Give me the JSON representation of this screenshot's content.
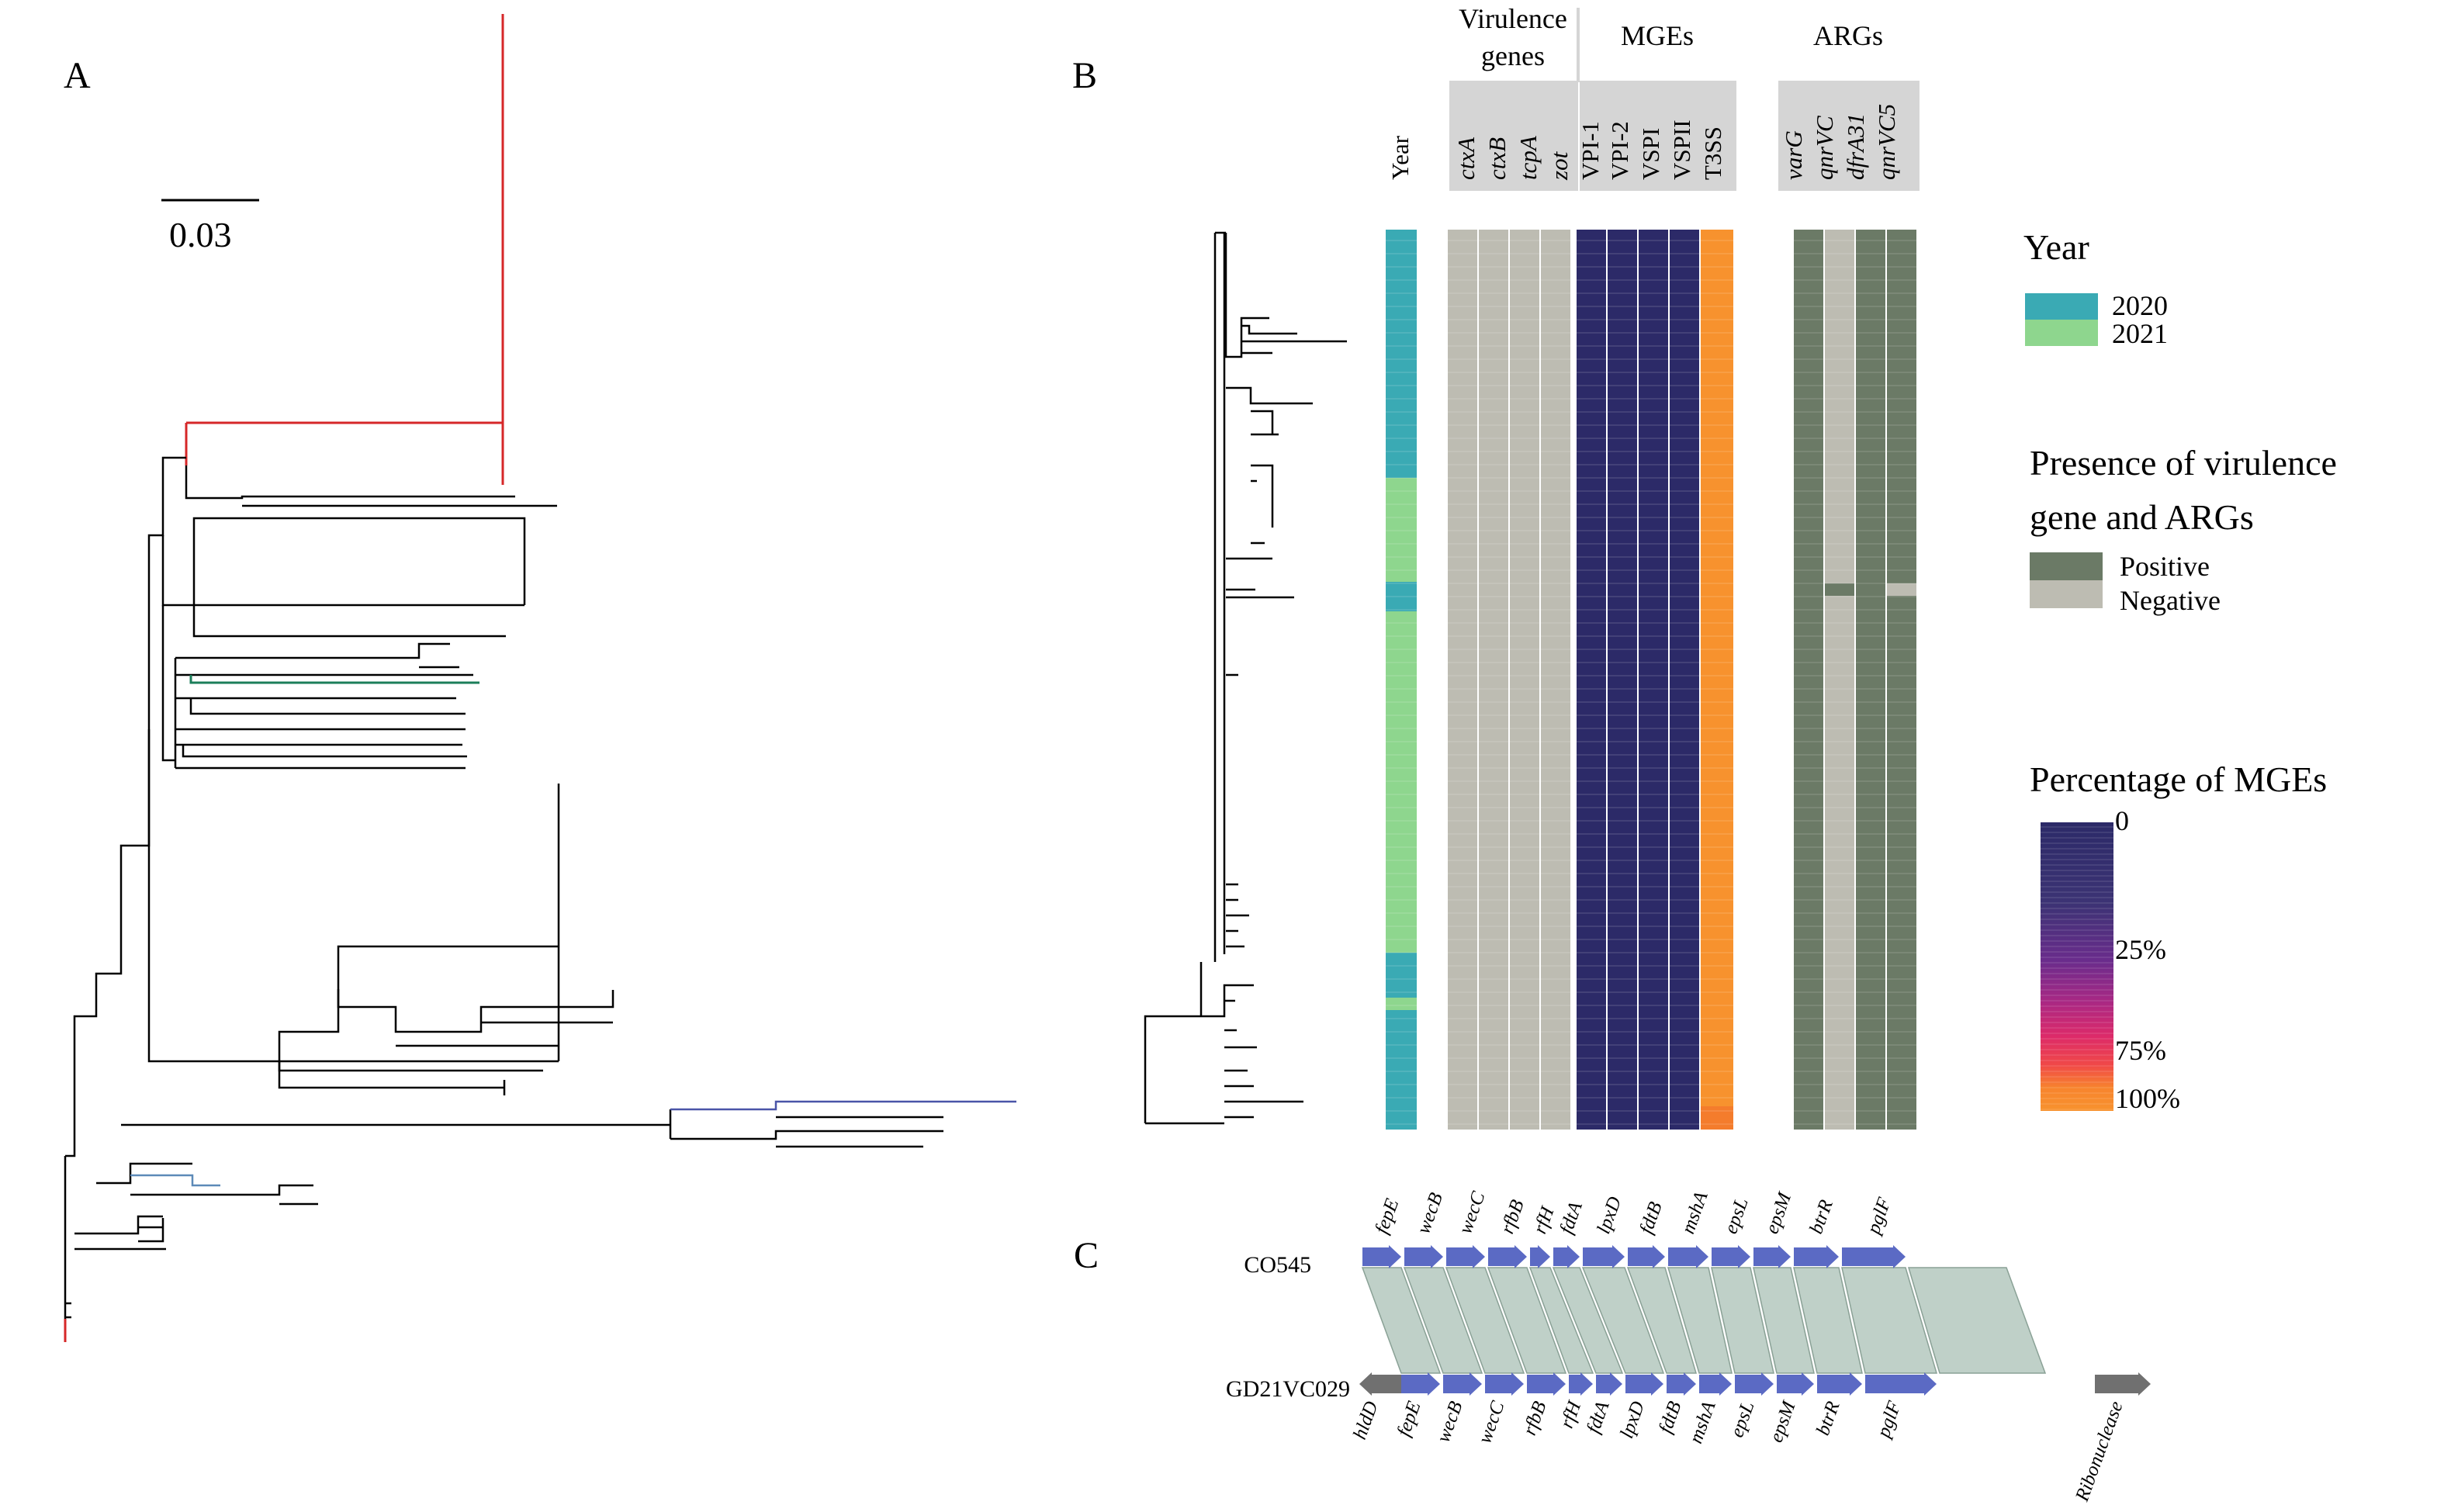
{
  "panels": {
    "a": "A",
    "b": "B",
    "c": "C"
  },
  "scale_bar": {
    "label": "0.03"
  },
  "heatmap": {
    "group_headers": {
      "virulence_line1": "Virulence",
      "virulence_line2": "genes",
      "mges": "MGEs",
      "args": "ARGs"
    },
    "year_column": "Year",
    "virulence_columns": [
      "ctxA",
      "ctxB",
      "tcpA",
      "zot"
    ],
    "mge_columns": [
      "VPI-1",
      "VPI-2",
      "VSPI",
      "VSPII",
      "T3SS"
    ],
    "arg_columns": [
      "varG",
      "qnrVC",
      "dfrA31",
      "qnrVC5"
    ]
  },
  "legend": {
    "year": {
      "title": "Year",
      "items": [
        "2020",
        "2021"
      ]
    },
    "presence": {
      "title_line1": "Presence of virulence",
      "title_line2": "gene and ARGs",
      "items": [
        "Positive",
        "Negative"
      ]
    },
    "mge": {
      "title": "Percentage of MGEs",
      "ticks": [
        "0",
        "25%",
        "75%",
        "100%"
      ]
    }
  },
  "colors": {
    "year_2020": "#3aaab4",
    "year_2021": "#8ed68e",
    "positive": "#6b7a66",
    "negative": "#bdbcb2",
    "mge_0": "#2c2a68",
    "mge_100": "#f7922e",
    "arrow": "#5b6ac4",
    "arrow_grey": "#707070",
    "link": "#b8cbc2",
    "tree_highlight": "#d62728"
  },
  "gene_cluster": {
    "top_strain": "CO545",
    "bottom_strain": "GD21VC029",
    "top_genes": [
      "fepE",
      "wecB",
      "wecC",
      "rfbB",
      "rfH",
      "fdtA",
      "lpxD",
      "fdtB",
      "mshA",
      "epsL",
      "epsM",
      "btrR",
      "pglF"
    ],
    "bottom_genes": [
      "hldD",
      "fepE",
      "wecB",
      "wecC",
      "rfbB",
      "rfH",
      "fdtA",
      "lpxD",
      "fdtB",
      "mshA",
      "epsL",
      "epsM",
      "btrR",
      "pglF",
      "Ribonuclease"
    ]
  }
}
